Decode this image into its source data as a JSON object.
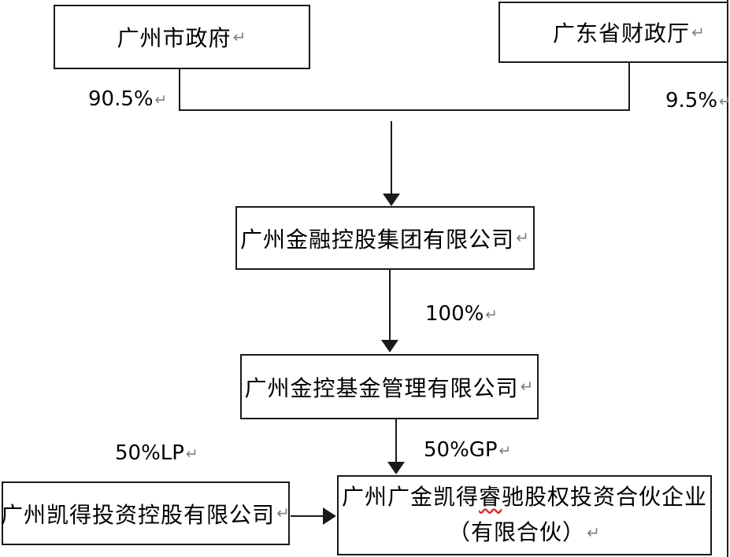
{
  "symbols": {
    "paragraph_mark": "↵"
  },
  "nodes": {
    "gz_gov": "广州市政府",
    "gd_finance": "广东省财政厅",
    "ghc_group": "广州金融控股集团有限公司",
    "fund_mgmt": "广州金控基金管理有限公司",
    "kaide": "广州凯得投资控股有限公司",
    "partnership": {
      "line1_prefix": "广州广金凯得",
      "line1_flagged": "睿",
      "line1_suffix": "驰股权投资合伙企业",
      "line2": "（有限合伙）"
    }
  },
  "edge_labels": {
    "gz_gov_share": "90.5%",
    "gd_finance_share": "9.5%",
    "ghc_to_fund_share": "100%",
    "gp_share": "50%GP",
    "lp_share": "50%LP"
  },
  "colors": {
    "background": "#ffffff",
    "line": "#1a1a1a",
    "box_border": "#1a1a1a",
    "paragraph_mark": "#808080",
    "spellcheck_underline": "#ff0000"
  }
}
